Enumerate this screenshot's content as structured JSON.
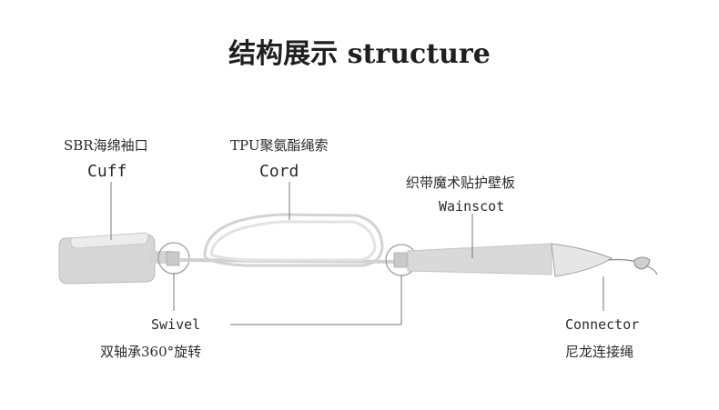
{
  "title": "结构展示 structure",
  "parts": {
    "cuff": {
      "cn": "SBR海绵袖口",
      "en": "Cuff"
    },
    "cord": {
      "cn": "TPU聚氨酯绳索",
      "en": "Cord"
    },
    "wainscot": {
      "cn": "织带魔术贴护壁板",
      "en": "Wainscot"
    },
    "swivel": {
      "en": "Swivel",
      "cn": "双轴承360°旋转"
    },
    "connector": {
      "en": "Connector",
      "cn": "尼龙连接绳"
    }
  },
  "colors": {
    "line": "#777777",
    "body": "#d9d9d9",
    "outline": "#a8a8a8",
    "text": "#2b2b2b"
  }
}
